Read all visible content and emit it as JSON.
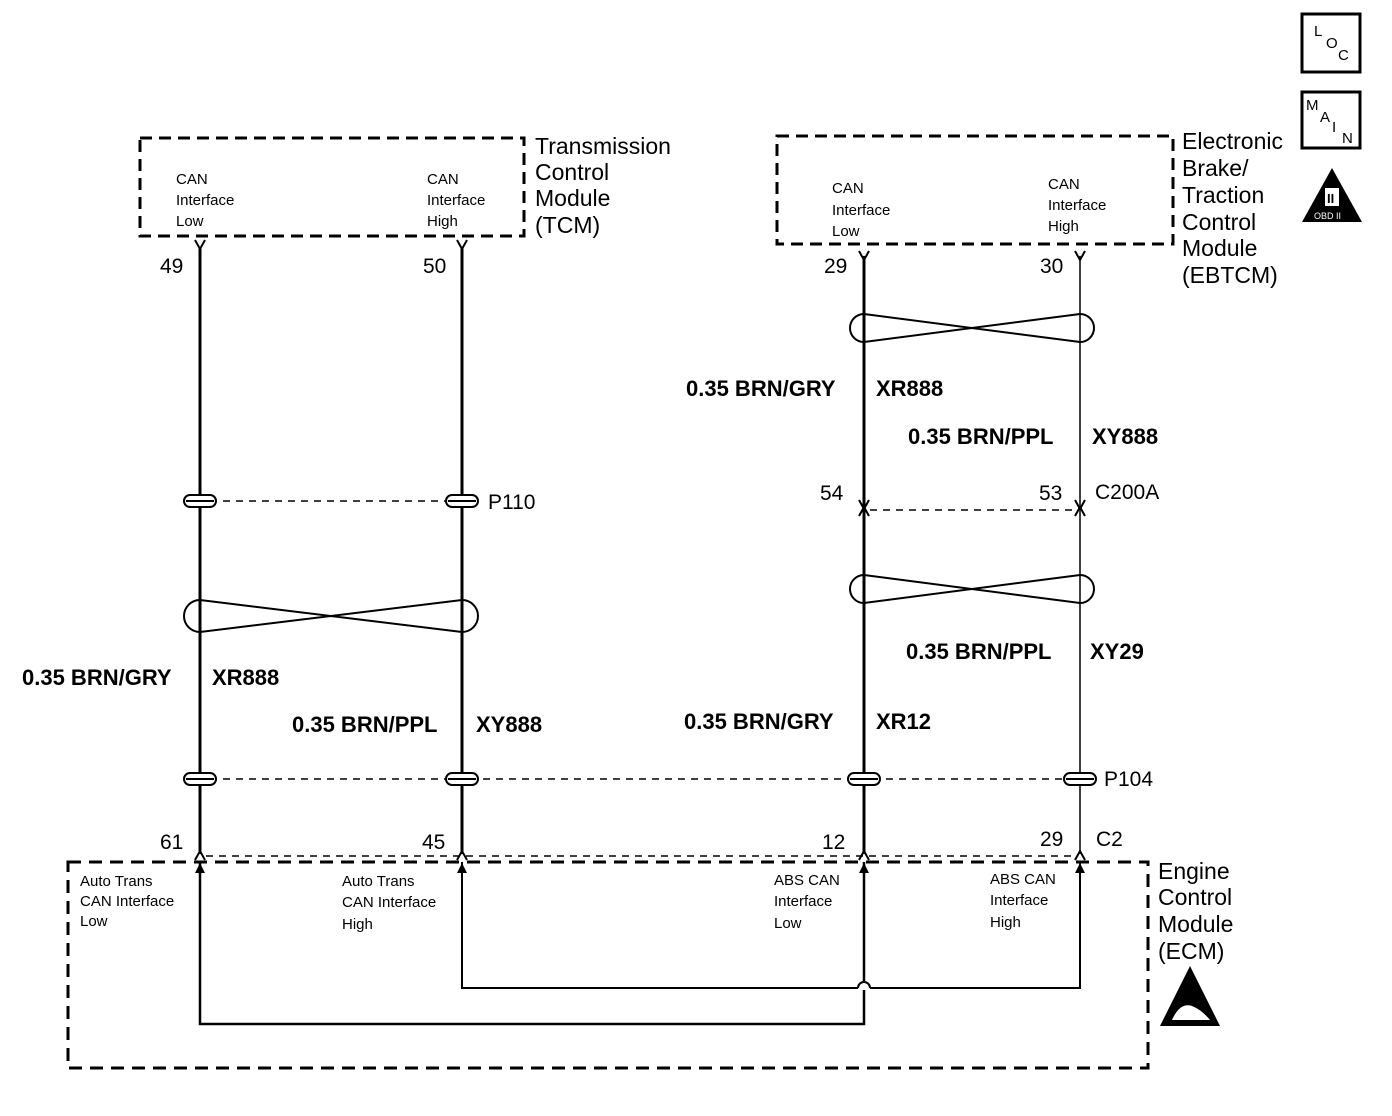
{
  "corner_icons": {
    "loc": {
      "letters": [
        "L",
        "O",
        "C"
      ]
    },
    "main": {
      "letters": [
        "M",
        "A",
        "I",
        "N"
      ]
    },
    "obd": {
      "numeral": "II",
      "label": "OBD II"
    }
  },
  "tcm": {
    "title_lines": [
      "Transmission",
      "Control",
      "Module",
      "(TCM)"
    ],
    "low_lines": [
      "CAN",
      "Interface",
      "Low"
    ],
    "high_lines": [
      "CAN",
      "Interface",
      "High"
    ],
    "pin_low": "49",
    "pin_high": "50"
  },
  "ebtcm": {
    "title_lines": [
      "Electronic",
      "Brake/",
      "Traction",
      "Control",
      "Module",
      "(EBTCM)"
    ],
    "low_lines": [
      "CAN",
      "Interface",
      "Low"
    ],
    "high_lines": [
      "CAN",
      "Interface",
      "High"
    ],
    "pin_low": "29",
    "pin_high": "30"
  },
  "ecm": {
    "title_lines": [
      "Engine",
      "Control",
      "Module",
      "(ECM)"
    ],
    "auto_low_lines": [
      "Auto Trans",
      "CAN Interface",
      "Low"
    ],
    "auto_high_lines": [
      "Auto Trans",
      "CAN Interface",
      "High"
    ],
    "abs_low_lines": [
      "ABS CAN",
      "Interface",
      "Low"
    ],
    "abs_high_lines": [
      "ABS CAN",
      "Interface",
      "High"
    ],
    "pins": [
      "61",
      "45",
      "12",
      "29"
    ],
    "connector": "C2"
  },
  "wires": {
    "left_low": {
      "gauge_color": "0.35 BRN/GRY",
      "circuit": "XR888"
    },
    "left_high": {
      "gauge_color": "0.35 BRN/PPL",
      "circuit": "XY888"
    },
    "right_low_upper": {
      "gauge_color": "0.35 BRN/GRY",
      "circuit": "XR888"
    },
    "right_high_upper": {
      "gauge_color": "0.35 BRN/PPL",
      "circuit": "XY888"
    },
    "right_high_lower": {
      "gauge_color": "0.35 BRN/PPL",
      "circuit": "XY29"
    },
    "right_low_lower": {
      "gauge_color": "0.35 BRN/GRY",
      "circuit": "XR12"
    }
  },
  "connectors": {
    "p110": "P110",
    "p104": "P104",
    "c200a": {
      "name": "C200A",
      "pin_low": "54",
      "pin_high": "53"
    }
  }
}
